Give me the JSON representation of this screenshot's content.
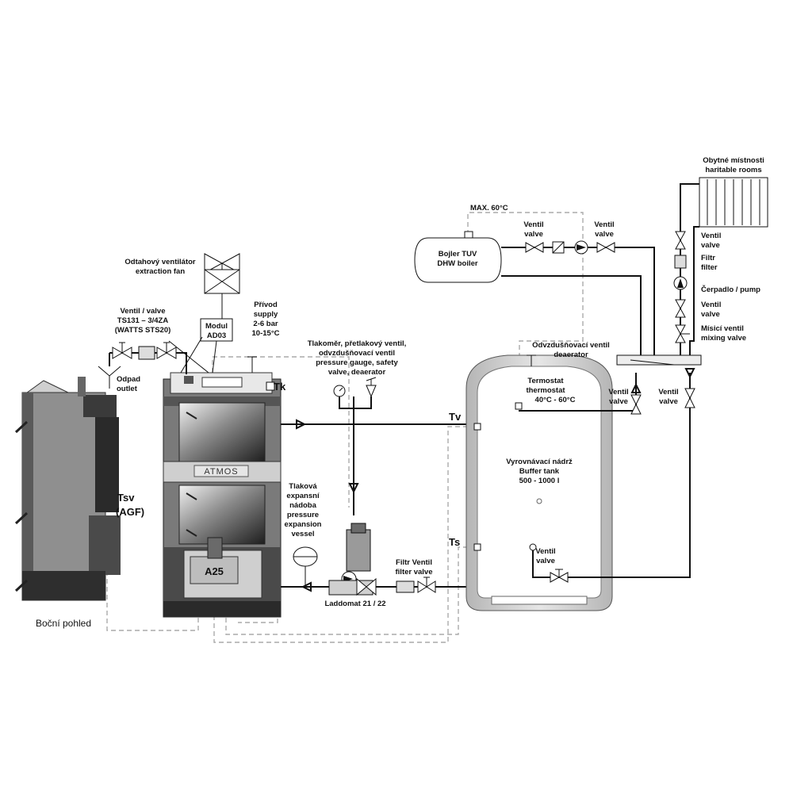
{
  "colors": {
    "line": "#111111",
    "dashed": "#aaaaaa",
    "boiler_dark": "#3a3a3a",
    "boiler_mid": "#7a7a7a",
    "tank_wall": "#c8c8c8"
  },
  "side_view": {
    "caption": "Boční pohled",
    "tsv_label": "Tsv",
    "agf_label": "(AGF)"
  },
  "boiler": {
    "brand": "ATMOS",
    "burner": "A25",
    "tk_label": "Tk"
  },
  "fan": {
    "cz": "Odtahový ventilátor",
    "en": "extraction fan"
  },
  "module": {
    "line1": "Modul",
    "line2": "AD03"
  },
  "valve_ts": {
    "line1": "Ventil / valve",
    "line2": "TS131 – 3/4ZA",
    "line3": "(WATTS STS20)"
  },
  "outlet": {
    "cz": "Odpad",
    "en": "outlet"
  },
  "supply": {
    "line1": "Přívod",
    "line2": "supply",
    "line3": "2-6 bar",
    "line4": "10-15°C"
  },
  "gauge": {
    "line1": "Tlakoměr, přetlakový ventil,",
    "line2": "odvzdušňovací ventil",
    "line3": "pressure gauge, safety",
    "line4": "valve, deaerator"
  },
  "expansion": {
    "line1": "Tlaková",
    "line2": "expansní",
    "line3": "nádoba",
    "line4": "pressure",
    "line5": "expansion",
    "line6": "vessel"
  },
  "laddomat": {
    "label": "Laddomat 21 / 22"
  },
  "filter_valve": {
    "line1": "Filtr  Ventil",
    "line2": "filter valve"
  },
  "tank": {
    "line1": "Vyrovnávací nádrž",
    "line2": "Buffer tank",
    "line3": "500 - 1000 l",
    "tv_label": "Tv",
    "ts_label": "Ts"
  },
  "deaerator": {
    "cz": "Odvzdušňovací ventil",
    "en": "deaerator"
  },
  "thermostat": {
    "cz": "Termostat",
    "en": "thermostat",
    "range": "40°C - 60°C"
  },
  "dhw": {
    "max": "MAX. 60°C",
    "cz": "Bojler TUV",
    "en": "DHW boiler"
  },
  "valve_generic": {
    "cz": "Ventil",
    "en": "valve"
  },
  "rooms": {
    "cz": "Obytné místnosti",
    "en": "haritable rooms"
  },
  "right_list": {
    "filter_cz": "Filtr",
    "filter_en": "filter",
    "pump": "Čerpadlo / pump",
    "mixing_cz": "Mísicí ventil",
    "mixing_en": "mixing valve"
  }
}
